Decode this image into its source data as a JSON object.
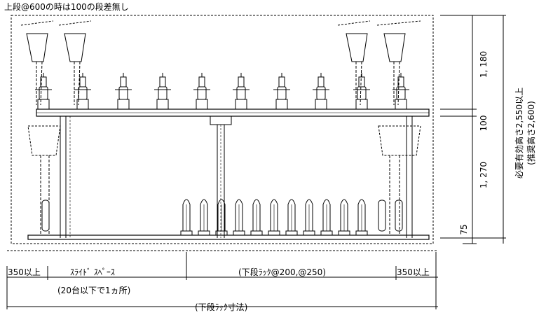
{
  "note": "上段@600の時は100の段差無し",
  "dims": {
    "upper": "1, 180",
    "gap": "100",
    "lower": "1, 270",
    "base": "75",
    "required_height": "必要有効高さ2,550以上",
    "recommended_height": "(推奨高さ2,600)",
    "left_clearance": "350以上",
    "slide_space": "ｽﾗｲﾄﾞ ｽﾍﾟｰｽ",
    "slide_space_note": "(20台以下で1ヵ所)",
    "lower_rack_pitch": "(下段ﾗｯｸ@200,@250)",
    "right_clearance": "350以上",
    "lower_rack_size": "(下段ﾗｯｸ寸法)"
  },
  "colors": {
    "line": "#000000",
    "background": "#ffffff"
  }
}
